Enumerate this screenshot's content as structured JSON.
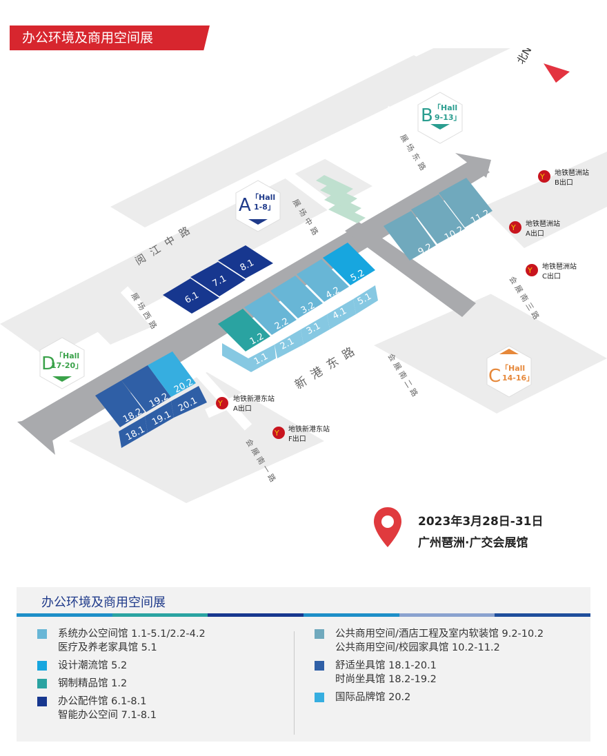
{
  "banner_title": "办公环境及商用空间展",
  "compass": "北N",
  "colors": {
    "accent_red": "#d7262e",
    "hall_blue_light": "#68b6d6",
    "hall_blue_cyan": "#17a6df",
    "hall_teal": "#2aa3a1",
    "hall_navy": "#17378f",
    "hall_steel": "#70a9bd",
    "hall_royal": "#2f5fa6",
    "hall_sky": "#36aee0",
    "road": "#a9aaad"
  },
  "hall_markers": {
    "a": {
      "letter": "A",
      "line1": "「Hall",
      "line2": "1-8」",
      "color": "#1f3a8a"
    },
    "b": {
      "letter": "B",
      "line1": "「Hall",
      "line2": "9-13」",
      "color": "#2a9d8f"
    },
    "c": {
      "letter": "C",
      "line1": "「Hall",
      "line2": "14-16」",
      "color": "#e6883a"
    },
    "d": {
      "letter": "D",
      "line1": "「Hall",
      "line2": "17-20」",
      "color": "#3aa24a"
    }
  },
  "roads": {
    "yuejiang": "阅江中路",
    "zhanchang_zhong": "展场中路",
    "zhanchang_dong": "展场东路",
    "zhanchang_xi": "展场西路",
    "xingang_dong": "新港东路",
    "huizhan_nan_3": "会展南三路",
    "huizhan_nan_2": "会展南二路",
    "huizhan_nan_1": "会展南一路"
  },
  "metro": [
    {
      "line1": "地铁琶洲站",
      "line2": "B出口"
    },
    {
      "line1": "地铁琶洲站",
      "line2": "A出口"
    },
    {
      "line1": "地铁琶洲站",
      "line2": "C出口"
    },
    {
      "line1": "地铁新港东站",
      "line2": "A出口"
    },
    {
      "line1": "地铁新港东站",
      "line2": "F出口"
    }
  ],
  "halls": {
    "h6_1": "6.1",
    "h7_1": "7.1",
    "h8_1": "8.1",
    "h1_2": "1.2",
    "h2_2": "2.2",
    "h3_2": "3.2",
    "h4_2": "4.2",
    "h5_2": "5.2",
    "h1_1": "1.1",
    "h2_1": "2.1",
    "h3_1": "3.1",
    "h4_1": "4.1",
    "h5_1": "5.1",
    "h9_2": "9.2",
    "h10_2": "10.2",
    "h11_2": "11.2",
    "h18_2": "18.2",
    "h19_2": "19.2",
    "h20_2": "20.2",
    "h18_1": "18.1",
    "h19_1": "19.1",
    "h20_1": "20.1"
  },
  "event": {
    "date": "2023年3月28日-31日",
    "venue": "广州琶洲·广交会展馆"
  },
  "legend": {
    "title": "办公环境及商用空间展",
    "left": [
      {
        "color": "#68b6d6",
        "lines": [
          "系统办公空间馆   1.1-5.1/2.2-4.2",
          "医疗及养老家具馆   5.1"
        ]
      },
      {
        "color": "#17a6df",
        "lines": [
          "设计潮流馆   5.2"
        ]
      },
      {
        "color": "#2aa3a1",
        "lines": [
          "钢制精品馆   1.2"
        ]
      },
      {
        "color": "#17378f",
        "lines": [
          "办公配件馆   6.1-8.1",
          "智能办公空间   7.1-8.1"
        ]
      }
    ],
    "right": [
      {
        "color": "#70a9bd",
        "lines": [
          "公共商用空间/酒店工程及室内软装馆   9.2-10.2",
          "公共商用空间/校园家具馆   10.2-11.2"
        ]
      },
      {
        "color": "#2f5fa6",
        "lines": [
          "舒适坐具馆   18.1-20.1",
          "时尚坐具馆   18.2-19.2"
        ]
      },
      {
        "color": "#36aee0",
        "lines": [
          "国际品牌馆   20.2"
        ]
      }
    ]
  }
}
